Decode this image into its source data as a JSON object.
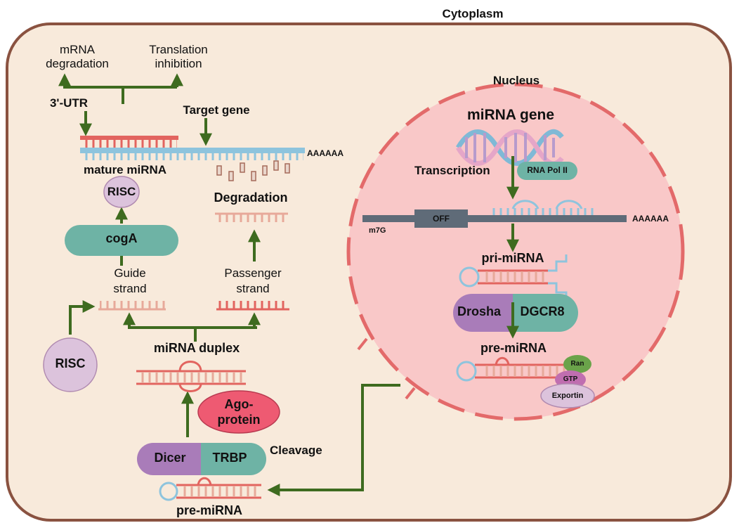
{
  "regions": {
    "cytoplasm": "Cytoplasm",
    "nucleus": "Nucleus"
  },
  "nucleus_steps": {
    "gene": "miRNA gene",
    "transcription": "Transcription",
    "polymerase": "RNA Pol II",
    "cap": "m7G",
    "off": "OFF",
    "polyA": "AAAAAA",
    "pri": "pri-miRNA",
    "drosha": "Drosha",
    "dgcr8": "DGCR8",
    "pre": "pre-miRNA",
    "ran": "Ran",
    "gtp": "GTP",
    "exportin": "Exportin"
  },
  "cytoplasm_steps": {
    "pre": "pre-miRNA",
    "dicer": "Dicer",
    "trbp": "TRBP",
    "cleavage": "Cleavage",
    "ago": [
      "Ago-",
      "protein"
    ],
    "duplex": "miRNA duplex",
    "risc_bottom": "RISC",
    "guide": [
      "Guide",
      "strand"
    ],
    "passenger": [
      "Passenger",
      "strand"
    ],
    "coga": "cogA",
    "risc_top": "RISC",
    "degradation": "Degradation",
    "mature": "mature miRNA",
    "target": "Target gene",
    "polyA": "AAAAAA",
    "utr": "3'-UTR",
    "mrna_deg": [
      "mRNA",
      "degradation"
    ],
    "translation": [
      "Translation",
      "inhibition"
    ]
  },
  "colors": {
    "cell_fill": "#f8eadb",
    "cell_border": "#8a5240",
    "nucleus_fill": "#f9c8c8",
    "nucleus_border": "#e36a6a",
    "arrow": "#3e6b1f",
    "risc": "#dcc3dc",
    "teal": "#6eb3a5",
    "purple": "#a97cb9",
    "ago": "#ee5a72",
    "rna_red": "#e2645f",
    "rna_blue": "#8ec4dd",
    "rna_pale": "#e7a99a"
  }
}
